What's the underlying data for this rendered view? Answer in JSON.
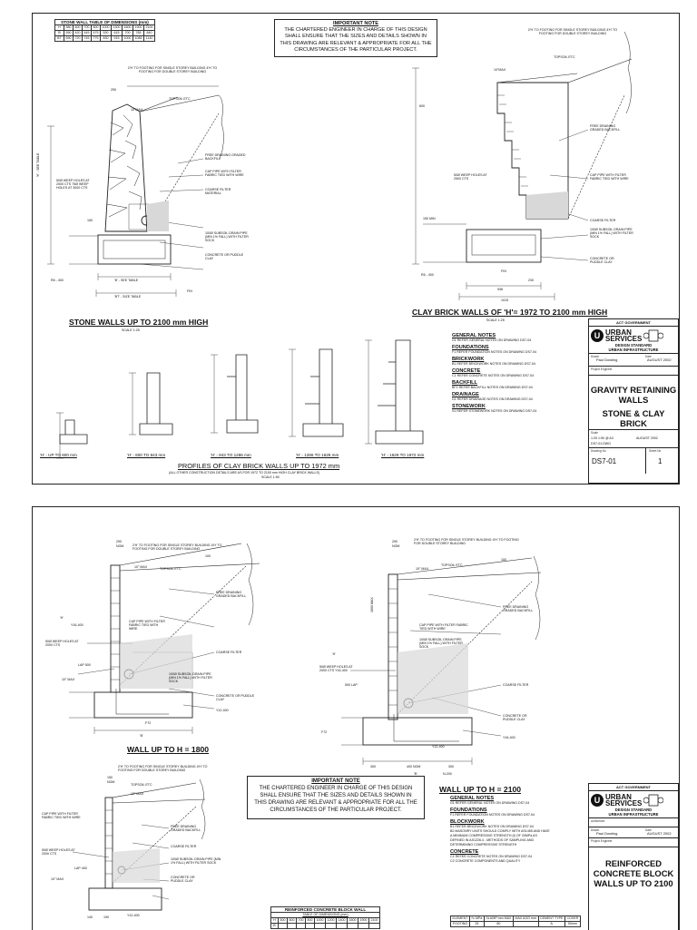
{
  "sheet1": {
    "stone_table": {
      "title": "STONE WALL TABLE OF DIMENSIONS (mm)",
      "rows": [
        [
          "'H'",
          "580",
          "600",
          "700",
          "800",
          "1000",
          "1300",
          "1600",
          "1900",
          "2100"
        ],
        [
          "'B'",
          "590",
          "420",
          "445",
          "475",
          "530",
          "615",
          "700",
          "785",
          "840"
        ],
        [
          "'BT'",
          "690",
          "720",
          "745",
          "775",
          "830",
          "915",
          "1000",
          "1085",
          "1140"
        ]
      ]
    },
    "important_note": {
      "heading": "IMPORTANT NOTE",
      "lines": [
        "THE CHARTERED ENGINEER IN CHARGE OF THIS DESIGN",
        "SHALL ENSURE THAT THE SIZES AND DETAILS SHOWN IN",
        "THIS DRAWING ARE RELEVANT & APPROPRIATE FOR ALL THE",
        "CIRCUMSTANCES OF THE PARTICULAR PROJECT."
      ]
    },
    "stone_labels": {
      "footing_note": "2'H' TO FOOTING FOR SINGLE STOREY BUILDING 4'H' TO FOOTING FOR DOUBLE STOREY BUILDING",
      "topsoil": "TOPSOIL ETC",
      "slope": "10°MAX",
      "backfill": "FREE DRAINING GRADED BACKFILL",
      "cap_pipe": "CAP PIPE WITH FILTER FABRIC TIED WITH WIRE",
      "coarse_filter": "COARSE FILTER MATERIAL",
      "weep": "50Ø WEEP HOLES AT 2000 CTS 75Ø WEEP HOLES AT 3000 CTS",
      "subsoil": "100Ø SUBSOIL DRAIN PIPE (MIN 1% FALL) WITH FILTER SOCK",
      "concrete": "CONCRETE OR PUDDLE CLAY",
      "fin": "FIN",
      "bar": "R6 - 400",
      "h_table": "'H' - SEE TABLE",
      "b_table": "'B' - SEE TABLE",
      "bt_table": "'BT' - SIZE TABLE",
      "dim_250": "250",
      "dim_150": "150"
    },
    "stone_caption": "STONE WALLS UP TO 2100 mm HIGH",
    "stone_scale": "SCALE 1:25",
    "brick_labels": {
      "footing_note": "2'H' TO FOOTING FOR SINGLE STOREY BUILDING 4'H' TO FOOTING FOR DOUBLE STOREY BUILDING",
      "topsoil": "TOPSOIL ETC",
      "slope": "10°MAX",
      "backfill": "FREE DRAINING GRADED BACKFILL",
      "cap_pipe": "CAP PIPE WITH FILTER FABRIC TIED WITH WIRE",
      "weep": "50Ø WEEP HOLES AT 2500 CTS",
      "coarse": "COARSE FILTER",
      "subsoil": "100Ø SUBSOIL DRAIN PIPE (MIN 1% FALL) WITH FILTER SOCK",
      "concrete": "CONCRETE OR PUDDLE CLAY",
      "fin": "FIN",
      "min": "150 MIN",
      "bar": "R6 - 400",
      "dim_230": "230",
      "dim_936": "936",
      "dim_1015": "1015",
      "dim_600": "600"
    },
    "brick_caption": "CLAY BRICK WALLS OF 'H'= 1972 TO 2100 mm HIGH",
    "brick_scale": "SCALE 1:25",
    "profile_labels": [
      "'H' - UP TO 600 mm",
      "'H' - 600 TO 943 mm",
      "'H' - 943 TO 1286 mm",
      "'H' - 1286 TO 1629 mm",
      "'H' - 1629 TO 1972 mm"
    ],
    "profiles_caption": "PROFILES OF CLAY BRICK WALLS UP TO 1972 mm",
    "profiles_sub": "(ALL OTHER CONSTRUCTION DETAILS ARE AS FOR 1972 TO 2100 mm HIGH CLAY BRICK WALLS)",
    "profiles_scale": "SCALE 1:50",
    "general_notes": [
      {
        "h": "GENERAL NOTES",
        "l": [
          "G1  REFER GENERAL NOTES ON DRAWING DS7-04"
        ]
      },
      {
        "h": "FOUNDATIONS",
        "l": [
          "F1  REFER FOUNDATION NOTES ON DRAWING DS7-04"
        ]
      },
      {
        "h": "BRICKWORK",
        "l": [
          "B1  REFER BRICKWORK NOTES ON DRAWING DS7-04"
        ]
      },
      {
        "h": "CONCRETE",
        "l": [
          "C1  REFER CONCRETE NOTES ON DRAWING DS7-04"
        ]
      },
      {
        "h": "BACKFILL",
        "l": [
          "BF1  REFER BACKFILL NOTES ON DRAWING DS7-04"
        ]
      },
      {
        "h": "DRAINAGE",
        "l": [
          "D1  REFER DRAINAGE NOTES ON DRAWING DS7-04"
        ]
      },
      {
        "h": "STONEWORK",
        "l": [
          "S1  REFER STONEWORK NOTES ON DRAWING DS7-04"
        ]
      }
    ],
    "title_block": {
      "gov": "ACT GOVERNMENT",
      "logo_line1": "URBAN",
      "logo_line2": "SERVICES",
      "std1": "DESIGN STANDARD",
      "std2": "URBAN INFRASTRUCTURE",
      "drawn_label": "Drawn",
      "drawn": "Paul Dowling",
      "date_label": "Date",
      "date": "AUGUST 2002",
      "engineer_label": "Project Engineer",
      "title1": "GRAVITY RETAINING",
      "title2": "WALLS",
      "title3": "STONE & CLAY BRICK",
      "scale_label": "Scale",
      "scale": "1:25 1:50 @ A3",
      "date2": "AUGUST 2002",
      "file": "DS7-01.DWG",
      "drawing_no_label": "Drawing No",
      "drawing_no": "DS7-01",
      "sheet_label": "Sheet No",
      "sheet": "1"
    }
  },
  "sheet2": {
    "wall1800": {
      "footing_note": "2'H' TO FOOTING FOR SINGLE STOREY BUILDING 4'H' TO FOOTING FOR DOUBLE STOREY BUILDING",
      "dim_290": "290",
      "nom": "NOM",
      "dim_100": "100",
      "slope": "10° MAX",
      "topsoil": "TOPSOIL ETC",
      "y16": "Y16-400",
      "cap_pipe": "CAP PIPE WITH FILTER FABRIC TIED WITH WIRE",
      "backfill": "FREE DRAINING GRADED BACKFILL",
      "weep": "50Ø WEEP HOLES AT 2000 CTS",
      "coarse": "COARSE FILTER",
      "lap": "LAP 500",
      "subsoil": "100Ø SUBSOIL DRAIN PIPE (MIN 1% FALL) WITH FILTER SOCK",
      "concrete": "CONCRETE OR PUDDLE CLAY",
      "slope2": "10° MAX",
      "y12": "Y12-400",
      "f72": "F72",
      "b": "'B'",
      "h": "'H'"
    },
    "caption1800": "WALL UP TO H = 1800",
    "wall2100": {
      "footing_note": "2'H' TO FOOTING FOR SINGLE STOREY BUILDING 4'H' TO FOOTING FOR DOUBLE STOREY BUILDING",
      "dim_290": "290",
      "nom": "NOM",
      "dim_100": "100",
      "slope": "10° MAX",
      "topsoil": "TOPSOIL ETC",
      "backfill": "FREE DRAINING GRADED BACKFILL",
      "cap_pipe": "CAP PIPE WITH FILTER FABRIC TIED WITH WIRE",
      "subsoil": "100Ø SUBSOIL DRAIN PIPE (MIN 1% FALL) WITH FILTER SOCK",
      "weep": "50Ø WEEP HOLES AT 2000 CTS Y16-400",
      "lap": "500 LAP",
      "coarse": "COARSE FILTER",
      "concrete": "CONCRETE OR PUDDLE CLAY",
      "y16": "Y16-400",
      "y12": "Y12-400",
      "f72": "F72",
      "h": "'H'",
      "dim_300": "300",
      "dim_400": "400 NOM",
      "dim_300b": "300",
      "b": "'B'",
      "n": "N-200",
      "max": "1600 MAX"
    },
    "caption2100": "WALL UP TO H = 2100",
    "small_wall": {
      "footing_note": "2'H' TO FOOTING FOR SINGLE STOREY BUILDING 4'H' TO FOOTING FOR DOUBLE STOREY BUILDING",
      "dim_150": "150",
      "nom": "NOM",
      "topsoil": "TOPSOIL ETC",
      "slope": "10° MAX",
      "cap_pipe": "CAP PIPE WITH FILTER FABRIC TIED WITH WIRE",
      "backfill": "FREE DRAINING GRADED BACKFILL",
      "coarse": "COARSE FILTER",
      "weep": "50Ø WEEP HOLES AT 2000 CTS",
      "lap": "LAP 400",
      "subsoil": "100Ø SUBSOIL DRAIN PIPE (MIN 1% FALL) WITH FILTER SOCK",
      "concrete": "CONCRETE OR PUDDLE CLAY",
      "slope2": "10° MAX",
      "y12": "Y12-400",
      "dim_140": "140",
      "dim_190": "190"
    },
    "important_note": {
      "heading": "IMPORTANT NOTE",
      "lines": [
        "THE CHARTERED ENGINEER IN CHARGE OF THIS DESIGN",
        "SHALL ENSURE THAT THE SIZES AND DETAILS SHOWN IN",
        "THIS DRAWING ARE RELEVANT & APPROPRIATE FOR ALL THE",
        "CIRCUMSTANCES OF THE PARTICULAR PROJECT."
      ]
    },
    "rc_table": {
      "title": "REINFORCED CONCRETE BLOCK WALL",
      "subtitle": "TABLE OF DIMENSIONS (mm)",
      "row": [
        "'H'",
        "500",
        "600",
        "700",
        "800",
        "1000",
        "1200",
        "1400",
        "1600",
        "1900",
        "2100"
      ],
      "row2": [
        "'B'",
        "",
        "",
        "",
        "",
        "",
        "",
        "",
        "",
        "",
        ""
      ]
    },
    "general_notes": [
      {
        "h": "GENERAL NOTES",
        "l": [
          "G1  REFER GENERAL NOTES ON DRAWING DS7-04"
        ]
      },
      {
        "h": "FOUNDATIONS",
        "l": [
          "F1  REFER FOUNDATION NOTES ON DRAWING DS7-04"
        ]
      },
      {
        "h": "BLOCKWORK",
        "l": [
          "B1  REFER BRICKWORK NOTES ON DRAWING DS7-04",
          "B2  MASONRY UNITS SHOULD COMPLY WITH AS1455 AND HAVE",
          "     A MINIMUM COMPRESSIVE STRENGTH (f) OF 20MPa AS",
          "     DEFINED IN AS1226.4 - METHODS OF SAMPLING AND",
          "     DETERMINING COMPRESSIVE STRENGTH"
        ]
      },
      {
        "h": "CONCRETE",
        "l": [
          "C1  REFER CONCRETE NOTES ON DRAWING DS7-04",
          "C2  CONCRETE COMPONENTS AND QUALITY"
        ]
      }
    ],
    "concrete_table": {
      "head": [
        "ELEMENT",
        "f'c MPa",
        "SLUMP mm MAX",
        "MAX AGG mm",
        "CEMENT TYPE",
        "COVER"
      ],
      "row": [
        "FOOTING",
        "25",
        "80",
        "",
        "A",
        "50mm"
      ]
    },
    "title_block": {
      "gov": "ACT GOVERNMENT",
      "logo_line1": "URBAN",
      "logo_line2": "SERVICES",
      "std1": "DESIGN STANDARD",
      "std2": "URBAN INFRASTRUCTURE",
      "auth_label": "Authorised",
      "drawn_label": "Drawn",
      "drawn": "Paul Dowling",
      "date_label": "Date",
      "date": "AUGUST 2002",
      "engineer_label": "Project Engineer",
      "title1": "REINFORCED",
      "title2": "CONCRETE BLOCK",
      "title3": "WALLS UP TO 2100"
    }
  }
}
